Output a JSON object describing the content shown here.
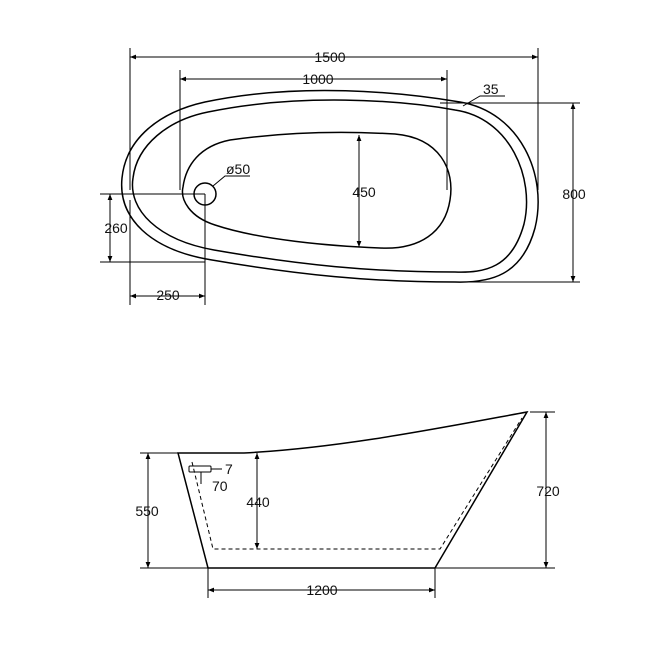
{
  "top_view": {
    "overall_length": "1500",
    "inner_length": "1000",
    "rim_width": "35",
    "overall_width": "800",
    "inner_width": "450",
    "drain_diameter": "ø50",
    "drain_offset_side": "260",
    "drain_offset_end": "250"
  },
  "side_view": {
    "end_height": "550",
    "inner_depth": "440",
    "back_height": "720",
    "base_length": "1200",
    "overflow_height": "7",
    "overflow_width": "70"
  }
}
